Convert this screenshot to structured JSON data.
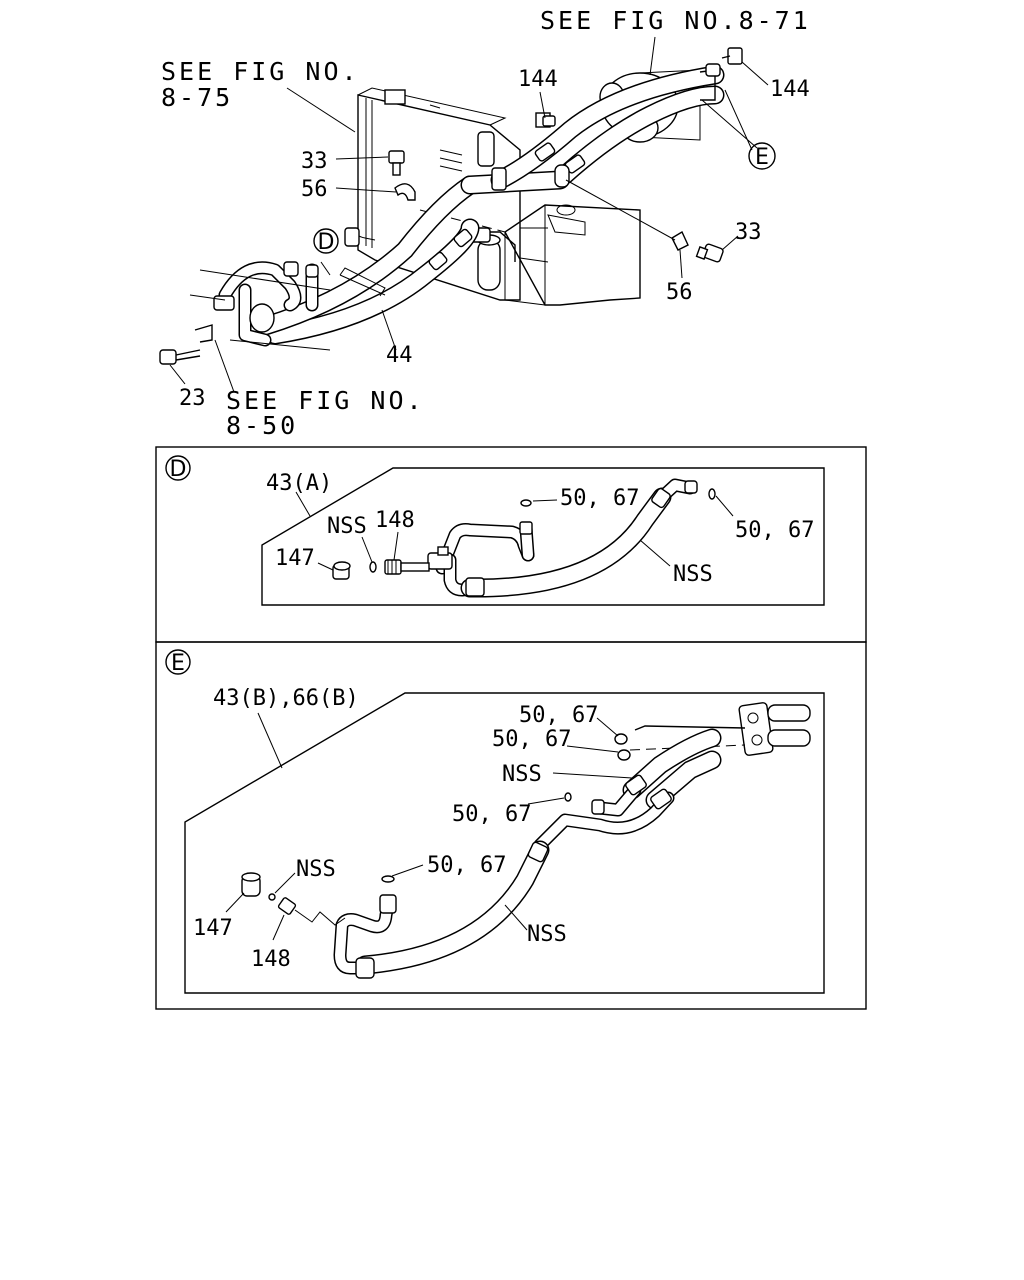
{
  "top": {
    "refs": {
      "fig_8_71": "SEE FIG NO.8-71",
      "fig_8_75_a": "SEE FIG NO.",
      "fig_8_75_b": "8-75",
      "fig_8_50_a": "SEE FIG NO.",
      "fig_8_50_b": "8-50"
    },
    "callouts": {
      "c144_left": "144",
      "c144_right": "144",
      "c33_left": "33",
      "c56_left": "56",
      "c33_right": "33",
      "c56_right": "56",
      "c44": "44",
      "c23": "23",
      "marker_d": "D",
      "marker_e": "E"
    }
  },
  "detail_d": {
    "marker": "D",
    "assembly": "43(A)",
    "labels": {
      "nss_top": "NSS",
      "p148": "148",
      "p147": "147",
      "seal_mid": "50, 67",
      "seal_right": "50, 67",
      "nss_hose": "NSS"
    }
  },
  "detail_e": {
    "marker": "E",
    "assembly": "43(B),66(B)",
    "labels": {
      "seal_1": "50, 67",
      "seal_2": "50, 67",
      "nss_1": "NSS",
      "seal_3": "50, 67",
      "nss_2": "NSS",
      "seal_4": "50, 67",
      "p147": "147",
      "p148": "148",
      "nss_hose": "NSS"
    }
  }
}
